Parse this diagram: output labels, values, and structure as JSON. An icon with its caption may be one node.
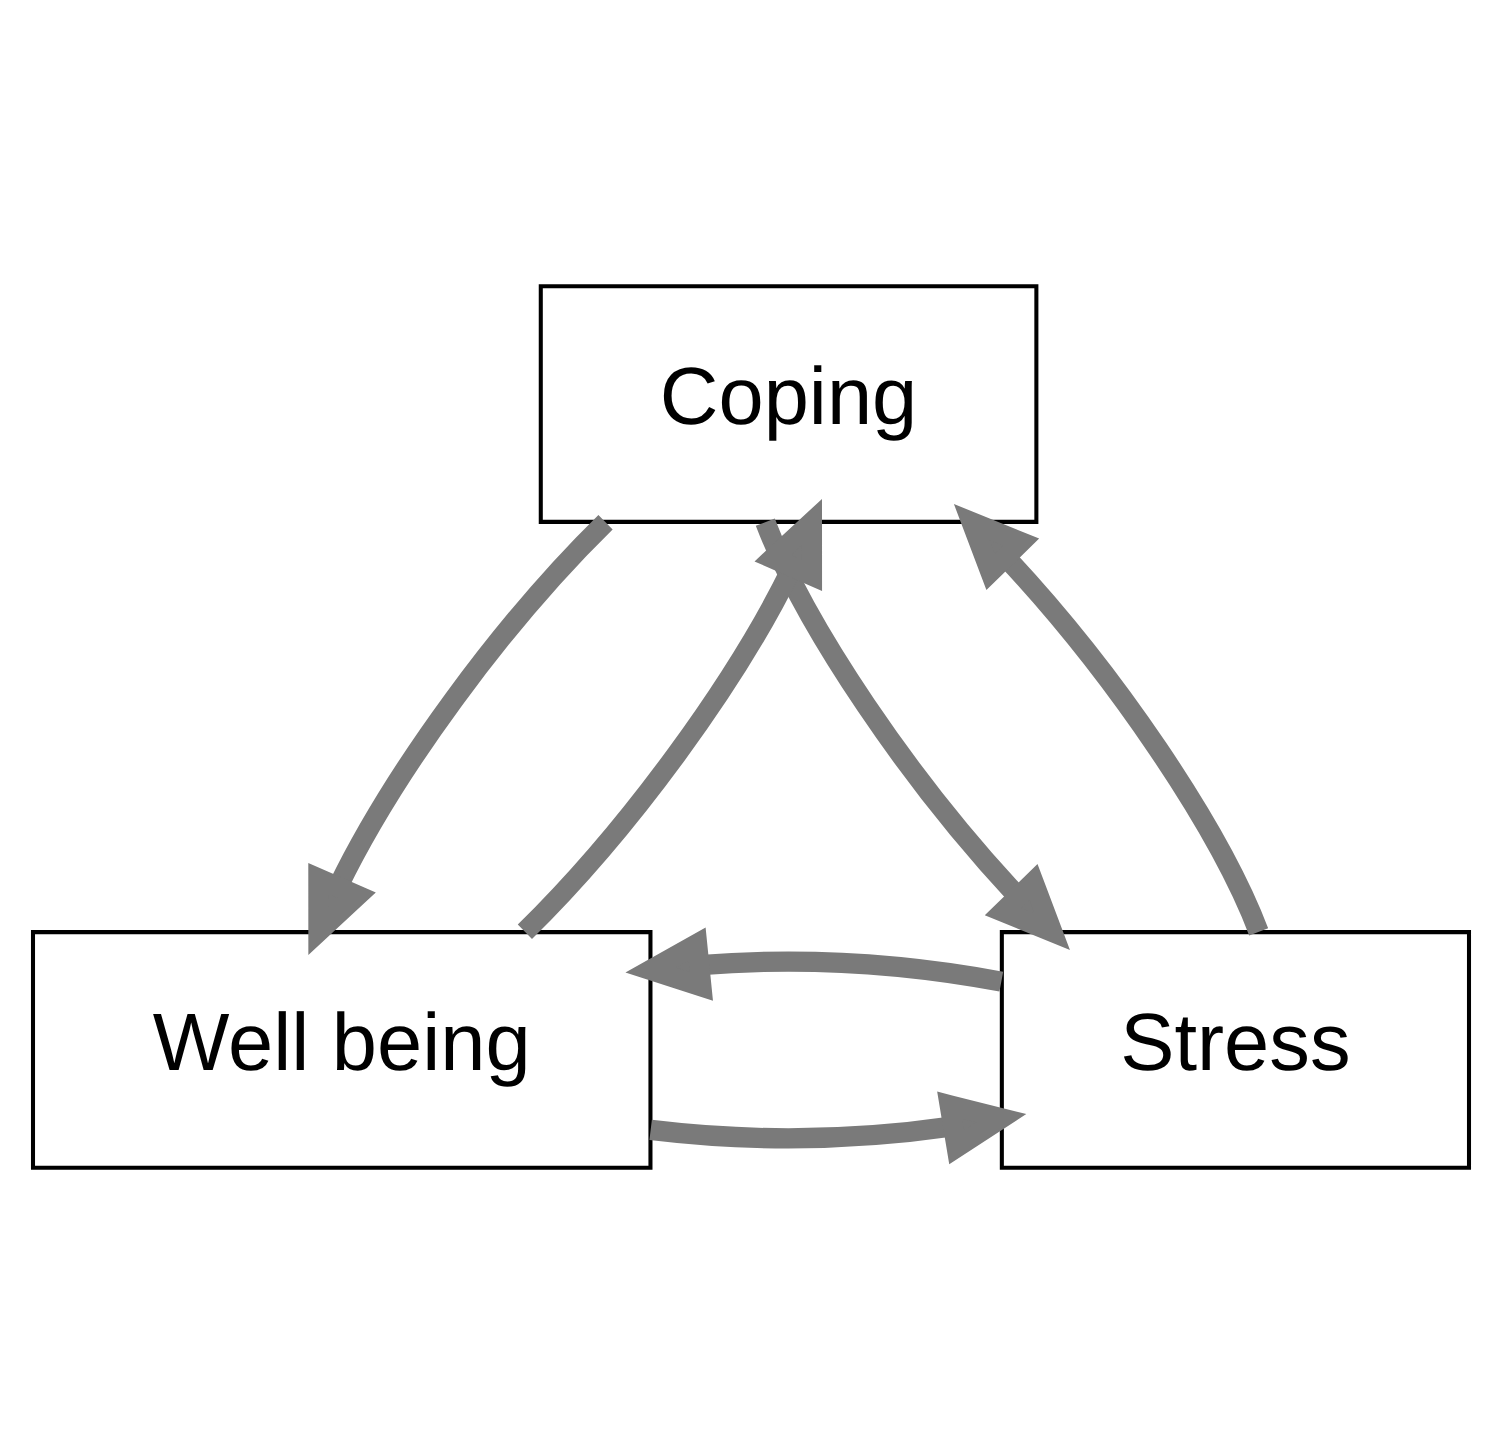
{
  "diagram": {
    "nodes": [
      {
        "text": [
          "Coping"
        ]
      },
      {
        "text": [
          "Well being"
        ]
      },
      {
        "text": [
          "Stress"
        ]
      }
    ],
    "edges": [
      {
        "from": 0,
        "to": 1,
        "arrow": "to"
      },
      {
        "from": 1,
        "to": 0,
        "arrow": "to"
      },
      {
        "from": 0,
        "to": 2,
        "arrow": "to"
      },
      {
        "from": 2,
        "to": 0,
        "arrow": "to"
      },
      {
        "from": 1,
        "to": 2,
        "arrow": "to"
      },
      {
        "from": 2,
        "to": 1,
        "arrow": "to"
      }
    ]
  }
}
